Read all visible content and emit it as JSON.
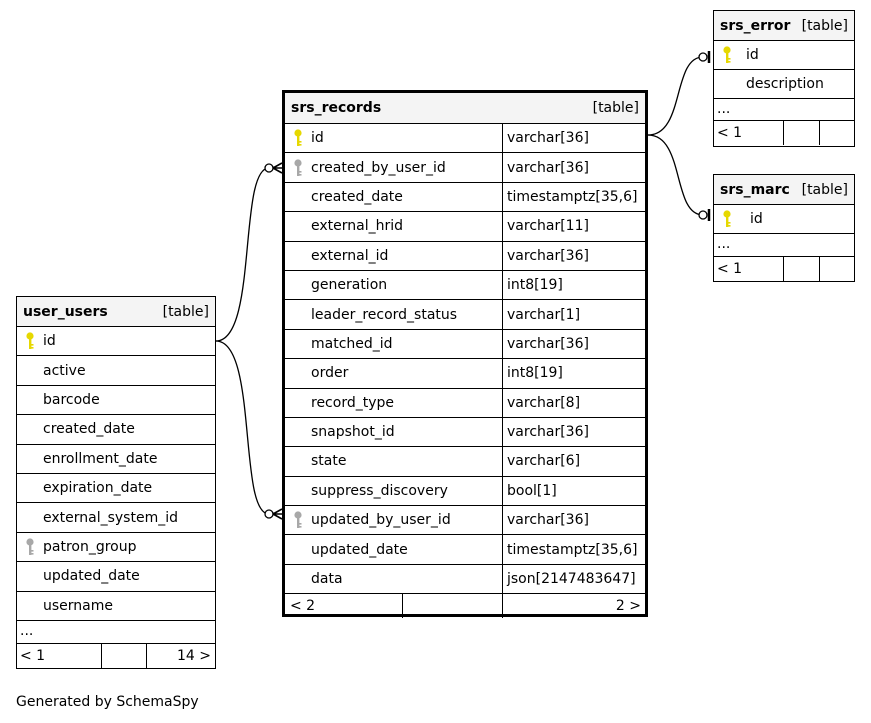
{
  "srs_error": {
    "name": "srs_error",
    "kind": "[table]",
    "columns": [
      "id",
      "description"
    ],
    "ellipsis": "...",
    "footer": {
      "left": "< 1",
      "mid": "",
      "right": ""
    }
  },
  "srs_marc": {
    "name": "srs_marc",
    "kind": "[table]",
    "columns": [
      "id"
    ],
    "ellipsis": "...",
    "footer": {
      "left": "< 1",
      "mid": "",
      "right": ""
    }
  },
  "srs_records": {
    "name": "srs_records",
    "kind": "[table]",
    "columns": [
      {
        "name": "id",
        "type": "varchar[36]"
      },
      {
        "name": "created_by_user_id",
        "type": "varchar[36]"
      },
      {
        "name": "created_date",
        "type": "timestamptz[35,6]"
      },
      {
        "name": "external_hrid",
        "type": "varchar[11]"
      },
      {
        "name": "external_id",
        "type": "varchar[36]"
      },
      {
        "name": "generation",
        "type": "int8[19]"
      },
      {
        "name": "leader_record_status",
        "type": "varchar[1]"
      },
      {
        "name": "matched_id",
        "type": "varchar[36]"
      },
      {
        "name": "order",
        "type": "int8[19]"
      },
      {
        "name": "record_type",
        "type": "varchar[8]"
      },
      {
        "name": "snapshot_id",
        "type": "varchar[36]"
      },
      {
        "name": "state",
        "type": "varchar[6]"
      },
      {
        "name": "suppress_discovery",
        "type": "bool[1]"
      },
      {
        "name": "updated_by_user_id",
        "type": "varchar[36]"
      },
      {
        "name": "updated_date",
        "type": "timestamptz[35,6]"
      },
      {
        "name": "data",
        "type": "json[2147483647]"
      }
    ],
    "footer": {
      "left": "< 2",
      "right": "2 >"
    }
  },
  "user_users": {
    "name": "user_users",
    "kind": "[table]",
    "columns": [
      "id",
      "active",
      "barcode",
      "created_date",
      "enrollment_date",
      "expiration_date",
      "external_system_id",
      "patron_group",
      "updated_date",
      "username"
    ],
    "ellipsis": "...",
    "footer": {
      "left": "< 1",
      "mid": "",
      "right": "14 >"
    }
  },
  "credit": "Generated by SchemaSpy",
  "colors": {
    "primary_key": "#e6d800",
    "foreign_key": "#a8a8a8",
    "header_bg": "#f4f4f4"
  },
  "icons": {
    "primary_key": "key-icon-yellow",
    "foreign_key": "key-icon-gray"
  }
}
